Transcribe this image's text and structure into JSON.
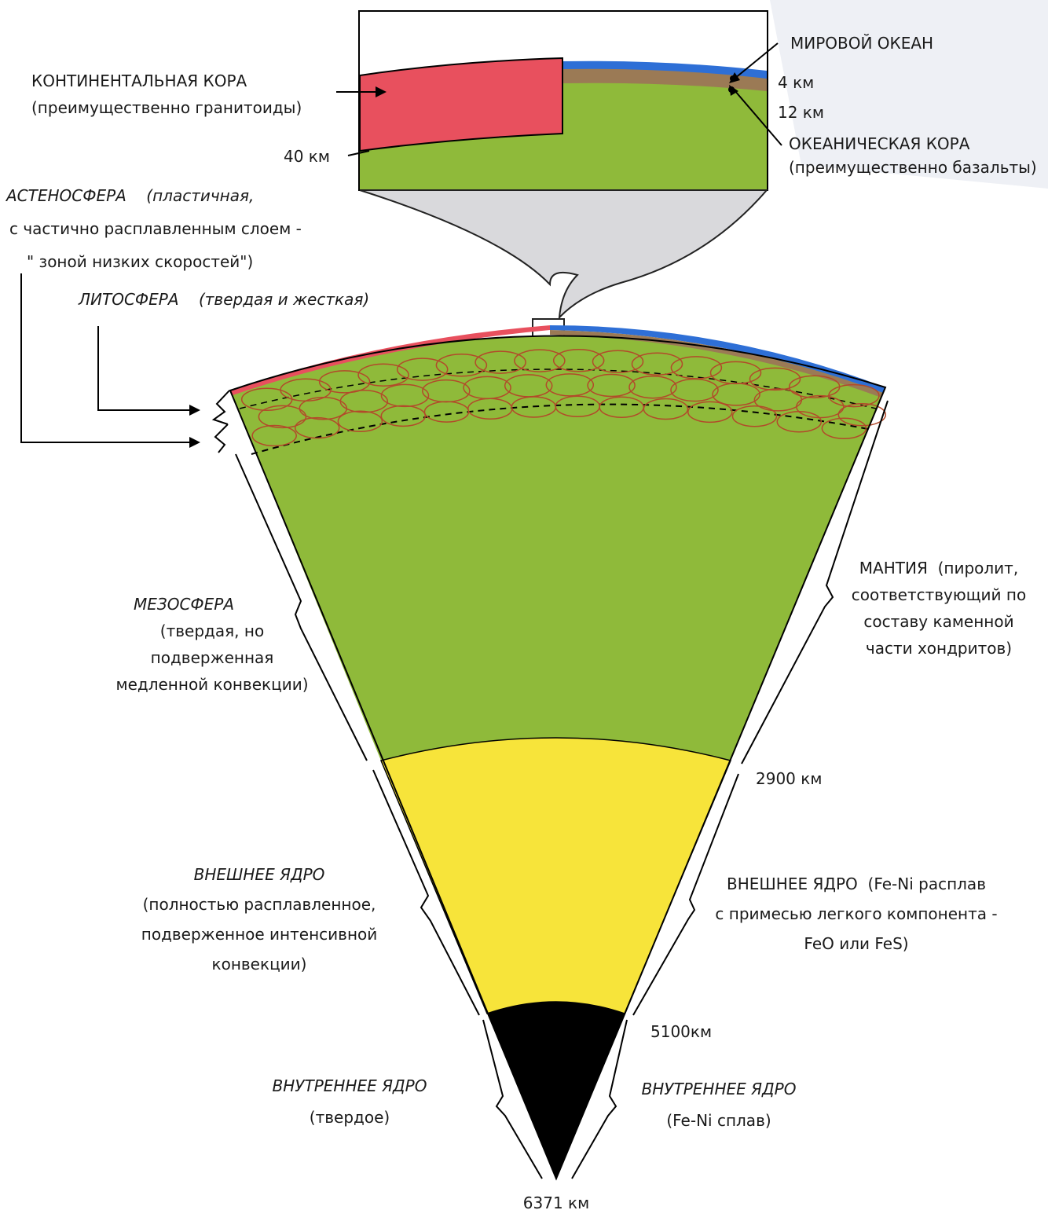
{
  "inset": {
    "continental_crust": {
      "title": "КОНТИНЕНТАЛЬНАЯ  КОРА",
      "note": "(преимущественно гранитоиды)",
      "depth": "40 км"
    },
    "world_ocean": {
      "title": "МИРОВОЙ ОКЕАН",
      "depth": "4 км"
    },
    "oceanic_crust": {
      "depth": "12 км",
      "title": "ОКЕАНИЧЕСКАЯ КОРА",
      "note": "(преимущественно базальты)"
    }
  },
  "left_labels": {
    "asthenosphere": {
      "title": "АСТЕНОСФЕРА",
      "note": "(пластичная,",
      "line2": "с частично расплавленным слоем -",
      "line3": "\" зоной низких скоростей\")"
    },
    "lithosphere": {
      "title": "ЛИТОСФЕРА",
      "note": "(твердая и жесткая)"
    },
    "mesosphere": {
      "title": "МЕЗОСФЕРА",
      "lines": [
        "(твердая, но",
        "подверженная",
        "медленной конвекции)"
      ]
    },
    "outer_core": {
      "title": "ВНЕШНЕЕ ЯДРО",
      "lines": [
        "(полностью расплавленное,",
        "подверженное интенсивной",
        "конвекции)"
      ]
    },
    "inner_core": {
      "title": "ВНУТРЕННЕЕ ЯДРО",
      "note": "(твердое)"
    }
  },
  "right_labels": {
    "mantle": {
      "title": "МАНТИЯ",
      "lines": [
        "(пиролит,",
        "соответствующий по",
        "составу каменной",
        "части хондритов)"
      ]
    },
    "depth_2900": "2900 км",
    "outer_core": {
      "title": "ВНЕШНЕЕ ЯДРО",
      "lines": [
        "(Fe-Ni расплав",
        "с примесью легкого компонента -",
        "FeO или FeS)"
      ]
    },
    "depth_5100": "5100км",
    "inner_core": {
      "title": "ВНУТРЕННЕЕ ЯДРО",
      "note": "(Fe-Ni сплав)"
    }
  },
  "bottom_depth": "6371 км",
  "colors": {
    "mantle": "#8fba3a",
    "outer_core": "#f7e43a",
    "inner_core": "#000000",
    "continental_crust": "#e8505e",
    "ocean": "#2e6fd6",
    "oceanic_crust": "#9b7a55",
    "convection_cells": "#b24a2a"
  }
}
